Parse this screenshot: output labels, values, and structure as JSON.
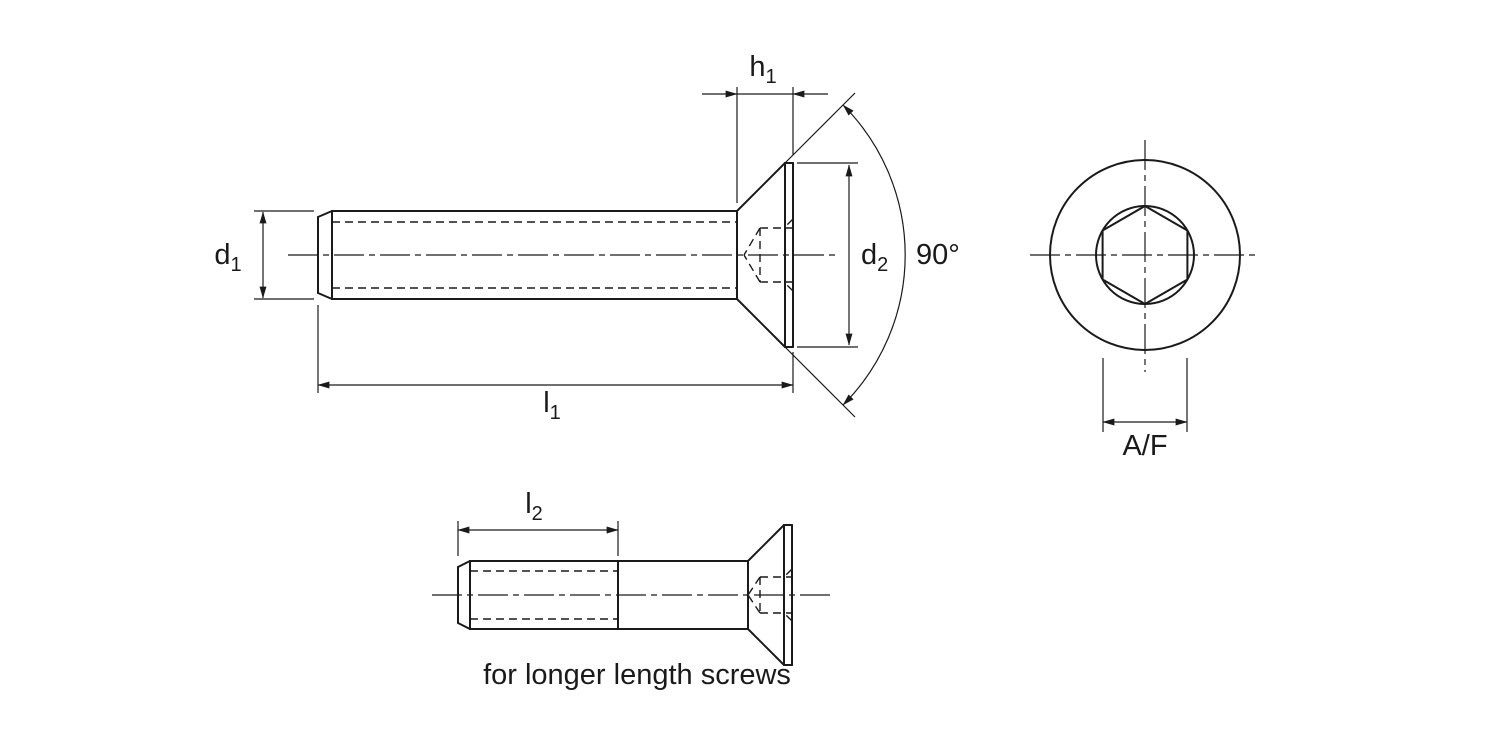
{
  "drawing": {
    "background": "#ffffff",
    "line_color": "#1a1a1a",
    "caption": "for longer length screws",
    "labels": {
      "h1": {
        "base": "h",
        "sub": "1"
      },
      "d1": {
        "base": "d",
        "sub": "1"
      },
      "d2": {
        "base": "d",
        "sub": "2"
      },
      "l1": {
        "base": "l",
        "sub": "1"
      },
      "l2": {
        "base": "l",
        "sub": "2"
      },
      "angle": "90°",
      "across_flats": "A/F"
    }
  }
}
